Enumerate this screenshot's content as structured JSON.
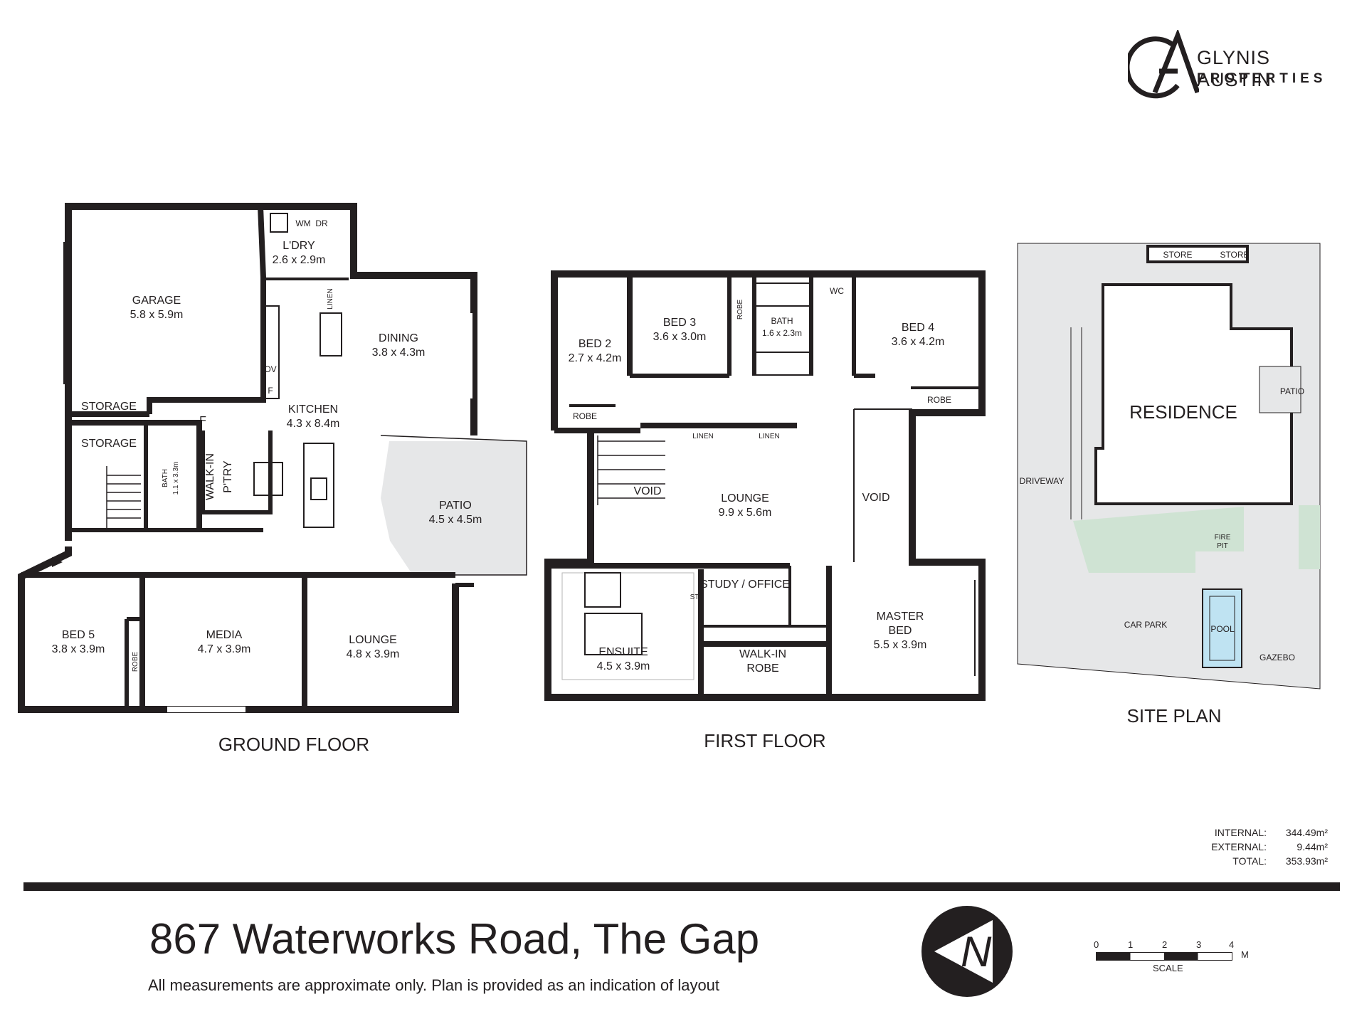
{
  "brand": {
    "name": "GLYNIS AUSTIN",
    "sub": "PROPERTIES"
  },
  "ground_floor": {
    "title": "GROUND FLOOR",
    "rooms": {
      "garage": {
        "name": "GARAGE",
        "size": "5.8 x 5.9m"
      },
      "laundry": {
        "name": "L'DRY",
        "size": "2.6 x 2.9m"
      },
      "wm": "WM",
      "dr": "DR",
      "linen": "LINEN",
      "storage_1": "STORAGE",
      "storage_2": "STORAGE",
      "dining": {
        "name": "DINING",
        "size": "3.8 x 4.3m"
      },
      "kitchen": {
        "name": "KITCHEN",
        "size": "4.3 x 8.4m"
      },
      "ov": "OV",
      "f1": "F",
      "f2": "F",
      "pantry_1": "WALK-IN",
      "pantry_2": "P'TRY",
      "bath": {
        "name": "BATH",
        "size": "1.1 x 3.3m"
      },
      "patio": {
        "name": "PATIO",
        "size": "4.5 x 4.5m"
      },
      "bed5": {
        "name": "BED 5",
        "size": "3.8 x 3.9m"
      },
      "robe": "ROBE",
      "media": {
        "name": "MEDIA",
        "size": "4.7 x 3.9m"
      },
      "lounge": {
        "name": "LOUNGE",
        "size": "4.8 x 3.9m"
      }
    }
  },
  "first_floor": {
    "title": "FIRST FLOOR",
    "rooms": {
      "bed2": {
        "name": "BED 2",
        "size": "2.7 x 4.2m"
      },
      "robe_bed2": "ROBE",
      "bed3": {
        "name": "BED 3",
        "size": "3.6 x 3.0m"
      },
      "robe_bed3": "ROBE",
      "bath": {
        "name": "BATH",
        "size": "1.6 x 2.3m"
      },
      "wc": "WC",
      "bed4": {
        "name": "BED 4",
        "size": "3.6 x 4.2m"
      },
      "robe_bed4": "ROBE",
      "linen_1": "LINEN",
      "linen_2": "LINEN",
      "void_1": "VOID",
      "lounge": {
        "name": "LOUNGE",
        "size": "9.9 x 5.6m"
      },
      "void_2": "VOID",
      "study": "STUDY / OFFICE",
      "st": "ST",
      "ensuite": {
        "name": "ENSUITE",
        "size": "4.5 x 3.9m"
      },
      "walkin_1": "WALK-IN",
      "walkin_2": "ROBE",
      "master_1": "MASTER",
      "master_2": "BED",
      "master_size": "5.5 x 3.9m"
    }
  },
  "site_plan": {
    "title": "SITE PLAN",
    "labels": {
      "store_1": "STORE",
      "store_2": "STORE",
      "residence": "RESIDENCE",
      "patio": "PATIO",
      "driveway": "DRIVEWAY",
      "fire_1": "FIRE",
      "fire_2": "PIT",
      "car_park": "CAR PARK",
      "pool": "POOL",
      "gazebo": "GAZEBO"
    }
  },
  "areas": [
    {
      "label": "INTERNAL:",
      "value": "344.49m²"
    },
    {
      "label": "EXTERNAL:",
      "value": "9.44m²"
    },
    {
      "label": "TOTAL:",
      "value": "353.93m²"
    }
  ],
  "address": "867 Waterworks Road, The Gap",
  "disclaimer": "All measurements are approximate only. Plan is provided as an indication of layout",
  "compass": {
    "letter": "N"
  },
  "scale": {
    "ticks": [
      "0",
      "1",
      "2",
      "3",
      "4"
    ],
    "unit": "M",
    "label": "SCALE"
  },
  "colors": {
    "wall": "#231f20",
    "patio": "#e6e7e8",
    "lawn": "#cfe3d3",
    "pool": "#bfe3f2",
    "paving": "#e6e7e8"
  }
}
